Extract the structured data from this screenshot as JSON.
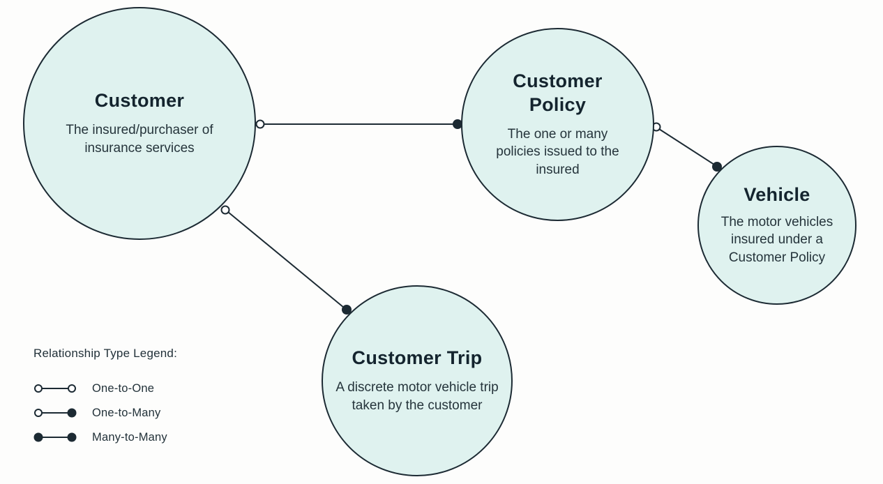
{
  "diagram": {
    "nodes": [
      {
        "id": "customer",
        "title": "Customer",
        "description": "The insured/purchaser of insurance services"
      },
      {
        "id": "customer-policy",
        "title": "Customer Policy",
        "description": "The one or many policies issued to the insured"
      },
      {
        "id": "vehicle",
        "title": "Vehicle",
        "description": "The motor vehicles insured under a Customer Policy"
      },
      {
        "id": "customer-trip",
        "title": "Customer Trip",
        "description": "A discrete motor vehicle trip taken by the customer"
      }
    ],
    "relationships": [
      {
        "from": "Customer",
        "to": "Customer Policy",
        "type": "One-to-Many",
        "from_marker": "open",
        "to_marker": "filled"
      },
      {
        "from": "Customer Policy",
        "to": "Vehicle",
        "type": "One-to-Many",
        "from_marker": "open",
        "to_marker": "filled"
      },
      {
        "from": "Customer",
        "to": "Customer Trip",
        "type": "One-to-Many",
        "from_marker": "open",
        "to_marker": "filled"
      }
    ]
  },
  "legend": {
    "title": "Relationship Type Legend:",
    "items": [
      {
        "label": "One-to-One",
        "start_marker": "open",
        "end_marker": "open"
      },
      {
        "label": "One-to-Many",
        "start_marker": "open",
        "end_marker": "filled"
      },
      {
        "label": "Many-to-Many",
        "start_marker": "filled",
        "end_marker": "filled"
      }
    ]
  },
  "colors": {
    "node_fill": "#dff2ef",
    "node_stroke": "#1c2a33",
    "text": "#1b2a32",
    "background": "#fdfdfc"
  }
}
